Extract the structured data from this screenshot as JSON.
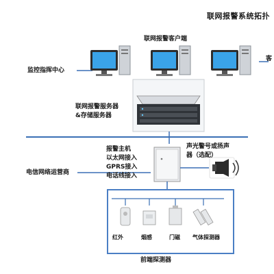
{
  "title": "联网报警系统拓扑",
  "cutoff_label": "客",
  "monitoring_center_label": "监控指挥中心",
  "client_label": "联网报警客户端",
  "server_label_line1": "联网报警服务器",
  "server_label_line2": "&存储服务器",
  "network_label": "电信网络运营商",
  "host_label_lines": [
    "报警主机",
    "以太网接入",
    "GPRS接入",
    "电话线接入"
  ],
  "siren_label_lines": [
    "声光警号或扬声",
    "器（选配）"
  ],
  "sensor_labels": [
    "红外",
    "烟感",
    "门磁",
    "气体探测器"
  ],
  "field_label": "前端探测器",
  "colors": {
    "line_blue": "#3a6fb5",
    "box_blue": "#4a7ec4"
  }
}
